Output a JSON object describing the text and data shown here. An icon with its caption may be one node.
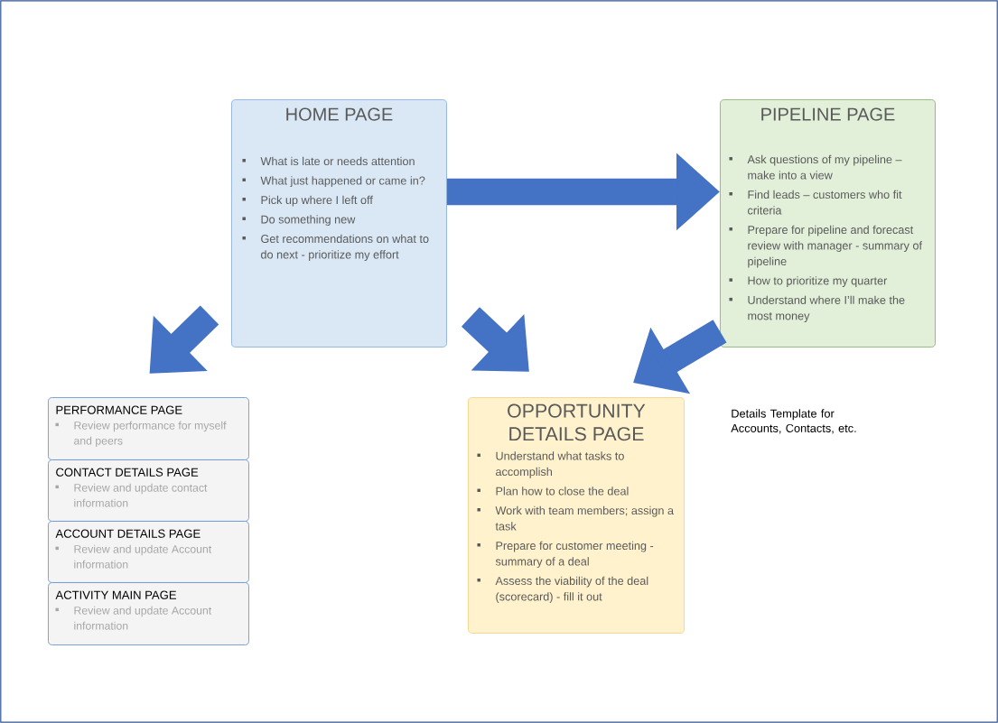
{
  "diagram": {
    "nodes": [
      {
        "text": [
          "HOME PAGE",
          "What is late or needs attention",
          "What just happened or came in?",
          "Pick up where I left off",
          "Do something new",
          "Get recommendations on what to do next - prioritize my effort"
        ]
      },
      {
        "text": [
          "PIPELINE PAGE",
          "Ask questions of my pipeline – make into a view",
          "Find leads – customers who fit criteria",
          "Prepare for pipeline and forecast review with manager - summary of pipeline",
          "How to prioritize my quarter",
          "Understand where I’ll make the most money"
        ]
      },
      {
        "text": [
          "PERFORMANCE PAGE",
          "Review performance for myself and peers"
        ]
      },
      {
        "text": [
          "CONTACT DETAILS PAGE",
          "Review and update contact information"
        ]
      },
      {
        "text": [
          "ACCOUNT DETAILS PAGE",
          "Review and update Account information"
        ]
      },
      {
        "text": [
          "ACTIVITY MAIN PAGE",
          "Review and update Account information"
        ]
      },
      {
        "text": [
          "OPPORTUNITY DETAILS PAGE",
          "Understand what tasks to accomplish",
          "Plan how to close the deal",
          "Work with team members; assign a task",
          "Prepare for customer meeting - summary of a deal",
          "Assess the viability of the deal (scorecard) - fill it out"
        ]
      }
    ],
    "edges": [
      {
        "from": 0,
        "to": 1,
        "arrow": "to"
      },
      {
        "from": 0,
        "to": 2,
        "arrow": "to"
      },
      {
        "from": 0,
        "to": 6,
        "arrow": "to"
      },
      {
        "from": 1,
        "to": 6,
        "arrow": "to"
      }
    ],
    "labels": [
      "Details Template for Accounts, Contacts, etc."
    ]
  }
}
